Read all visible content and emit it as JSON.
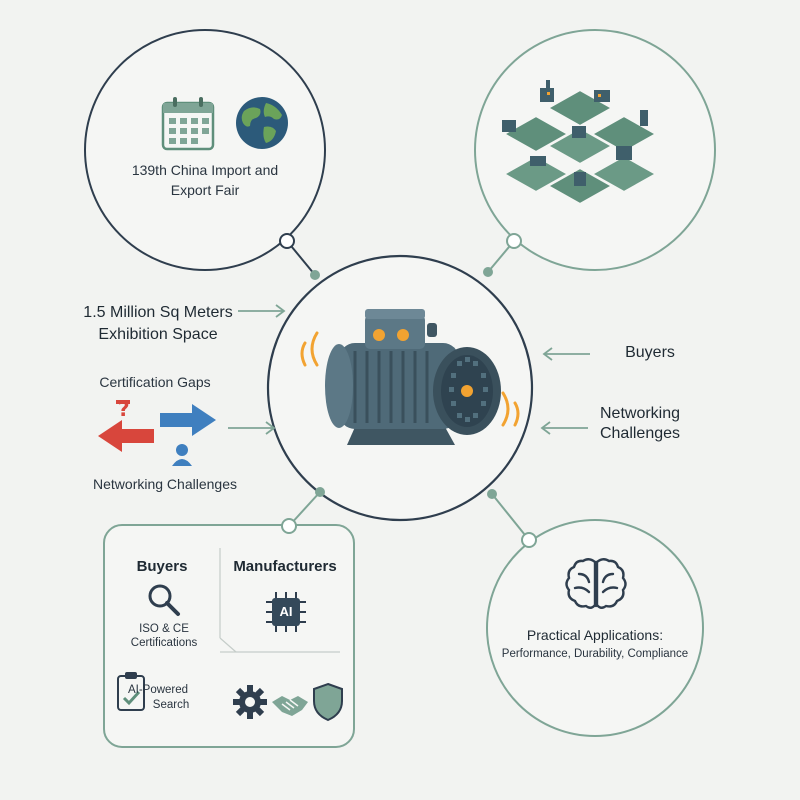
{
  "fair": {
    "line1": "139th China Import and",
    "line2": "Export Fair",
    "calendar_icon": "calendar-icon",
    "globe_icon": "globe-icon"
  },
  "factory_grid_icon": "isometric-factory-grid-icon",
  "center": {
    "icon": "electric-motor-icon"
  },
  "left_labels": {
    "space_line1": "1.5 Million Sq Meters",
    "space_line2": "Exhibition Space",
    "cert_gaps": "Certification Gaps",
    "networking": "Networking Challenges",
    "arrows_icon": "opposing-arrows-question-icon"
  },
  "right_labels": {
    "buyers": "Buyers",
    "networking_line1": "Networking",
    "networking_line2": "Challenges"
  },
  "panel": {
    "buyers_title": "Buyers",
    "manufacturers_title": "Manufacturers",
    "iso_line1": "ISO & CE",
    "iso_line2": "Certifications",
    "ai_line1": "AI-Powered",
    "ai_line2": "Search",
    "chip_text": "AI",
    "icons": [
      "magnifier-icon",
      "ai-chip-icon",
      "clipboard-check-icon",
      "gear-icon",
      "handshake-icon",
      "shield-icon"
    ]
  },
  "applications": {
    "title": "Practical Applications:",
    "subtitle": "Performance, Durability, Compliance",
    "icon": "brain-icon"
  },
  "colors": {
    "navy": "#2f3e4e",
    "sage": "#7fa596",
    "teal_dark": "#3f5f6b",
    "orange": "#f2a331",
    "red": "#d8463c",
    "blue": "#3f7fbf",
    "background": "#f2f3f1"
  }
}
